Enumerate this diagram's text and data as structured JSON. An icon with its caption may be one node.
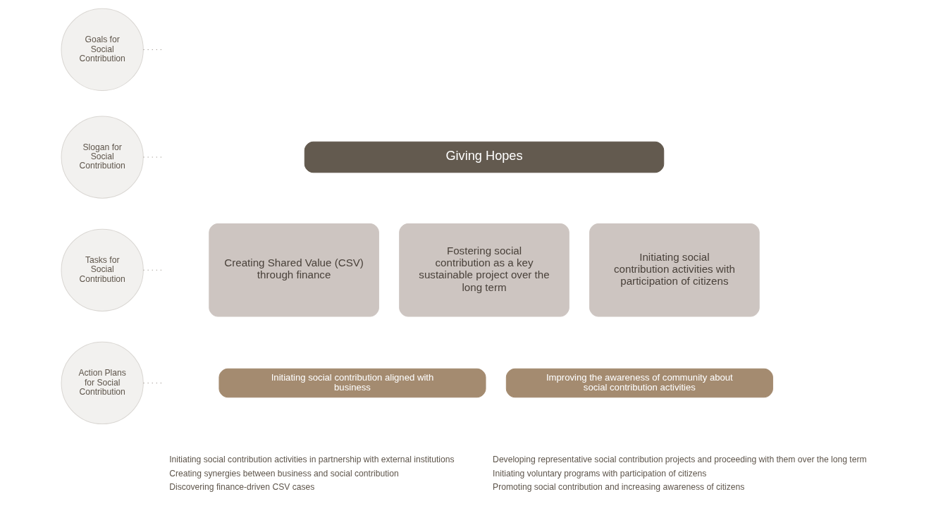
{
  "diagram": {
    "nodes": [
      {
        "text": [
          "Goals for Social Contribution"
        ]
      },
      {
        "text": [
          "Slogan for Social Contribution"
        ]
      },
      {
        "text": [
          "Tasks for Social Contribution"
        ]
      },
      {
        "text": [
          "Action Plans for Social Contribution"
        ]
      },
      {
        "text": [
          "Giving Hopes"
        ]
      },
      {
        "text": [
          "Creating Shared Value (CSV) through finance"
        ]
      },
      {
        "text": [
          "Fostering social contribution as a key sustainable project over the long term"
        ]
      },
      {
        "text": [
          "Initiating social contribution activities with participation of citizens"
        ]
      },
      {
        "text": [
          "Initiating social contribution aligned with business"
        ],
        "beside": [
          "Initiating social contribution activities in partnership with external institutions",
          "Creating synergies between business and social contribution",
          "Discovering finance-driven CSV cases"
        ]
      },
      {
        "text": [
          "Improving the awareness of community about social contribution activities"
        ],
        "beside": [
          "Developing representative social contribution projects and proceeding with them over the long term",
          "Initiating voluntary programs with participation of citizens",
          "Promoting social contribution and increasing awareness of citizens"
        ]
      }
    ],
    "edges": [
      {
        "from": 0,
        "to": null,
        "arrow": "none",
        "style": "dashed"
      },
      {
        "from": 1,
        "to": null,
        "arrow": "none",
        "style": "dashed"
      },
      {
        "from": 2,
        "to": null,
        "arrow": "none",
        "style": "dashed"
      },
      {
        "from": 3,
        "to": null,
        "arrow": "none",
        "style": "dashed"
      }
    ]
  }
}
